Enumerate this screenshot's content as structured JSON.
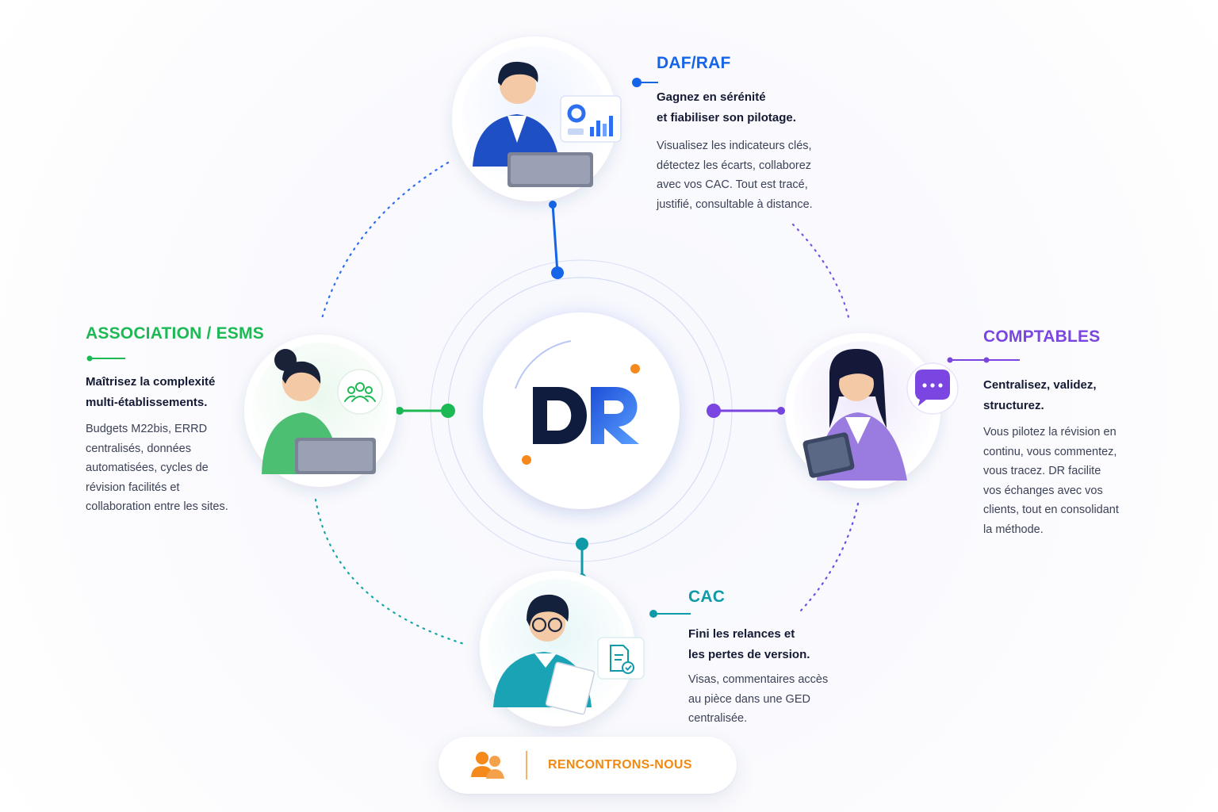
{
  "hub": {
    "logo_text": "DR"
  },
  "personas": {
    "daf": {
      "title": "DAF/RAF",
      "subtitle": [
        "Gagnez en sérénité",
        "et fiabiliser son pilotage."
      ],
      "description": [
        "Visualisez les indicateurs clés,",
        "détectez les écarts, collaborez",
        "avec vos CAC. Tout est tracé,",
        "justifié, consultable à distance."
      ],
      "color": "#1565e8",
      "icon": "dashboard-chart-icon"
    },
    "association": {
      "title": "ASSOCIATION / ESMS",
      "subtitle": [
        "Maîtrisez la complexité",
        "multi-établissements."
      ],
      "description": [
        "Budgets M22bis, ERRD",
        "centralisés, données",
        "automatisées, cycles de",
        "révision facilités et",
        "collaboration entre les sites."
      ],
      "color": "#1db954",
      "icon": "team-group-icon"
    },
    "comptables": {
      "title": "COMPTABLES",
      "subtitle": [
        "Centralisez, validez,",
        "structurez."
      ],
      "description": [
        "Vous pilotez la révision en",
        "continu, vous commentez,",
        "vous tracez. DR facilite",
        "vos échanges avec vos",
        "clients, tout en consolidant",
        "la méthode."
      ],
      "color": "#7a45e0",
      "icon": "chat-bubble-icon"
    },
    "cac": {
      "title": "CAC",
      "subtitle": [
        "Fini les relances et",
        "les pertes de version."
      ],
      "description": [
        "Visas, commentaires accès",
        "au pièce dans une GED",
        "centralisée."
      ],
      "color": "#0f9aa8",
      "icon": "document-check-icon"
    }
  },
  "cta": {
    "label": "RENCONTRONS-NOUS",
    "icon": "people-icon",
    "color": "#f08a12"
  }
}
